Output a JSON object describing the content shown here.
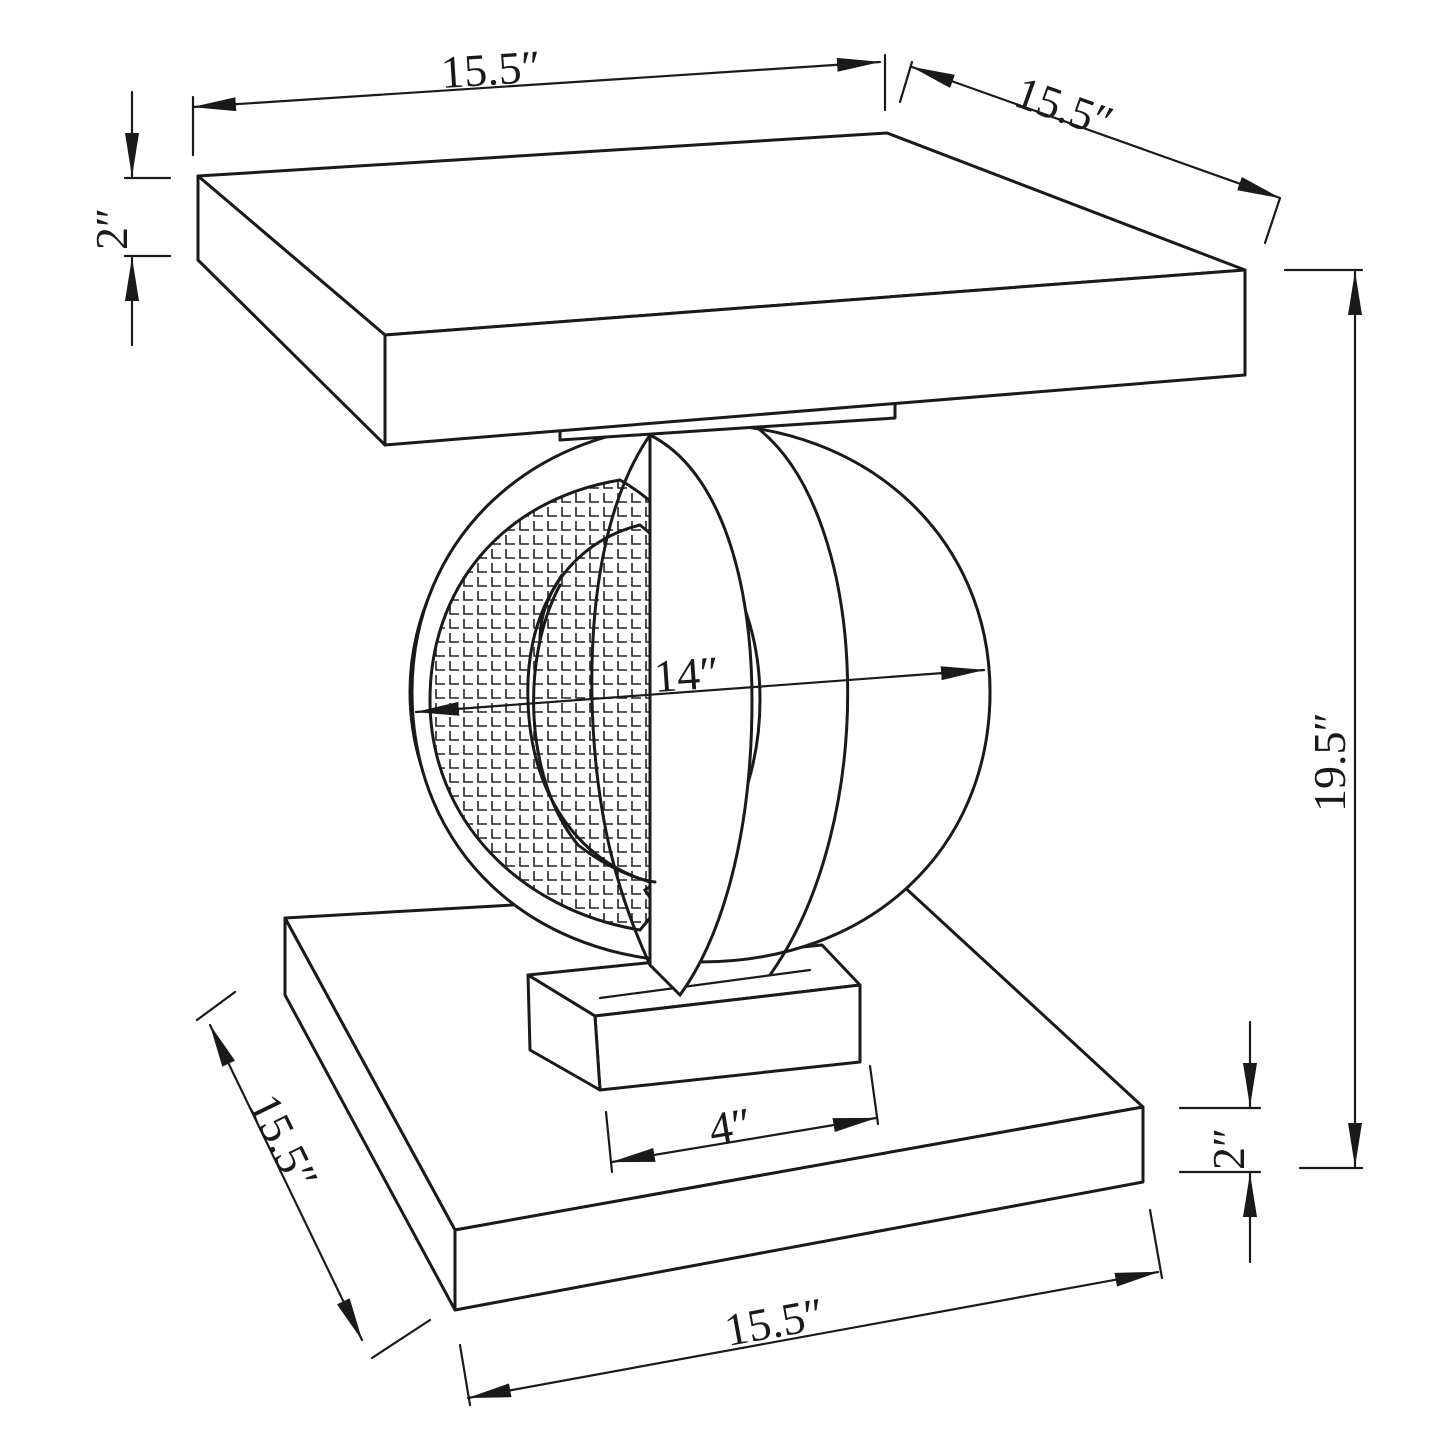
{
  "diagram": {
    "subject": "end table with ring pedestal",
    "line_color": "#1a1a1a",
    "background": "#ffffff",
    "dimensions": {
      "top_width": "15.5″",
      "top_depth": "15.5″",
      "top_thickness": "2″",
      "total_height": "19.5″",
      "ring_diameter": "14″",
      "pedestal_width": "4″",
      "base_thickness": "2″",
      "base_depth": "15.5″",
      "base_width": "15.5″"
    }
  }
}
